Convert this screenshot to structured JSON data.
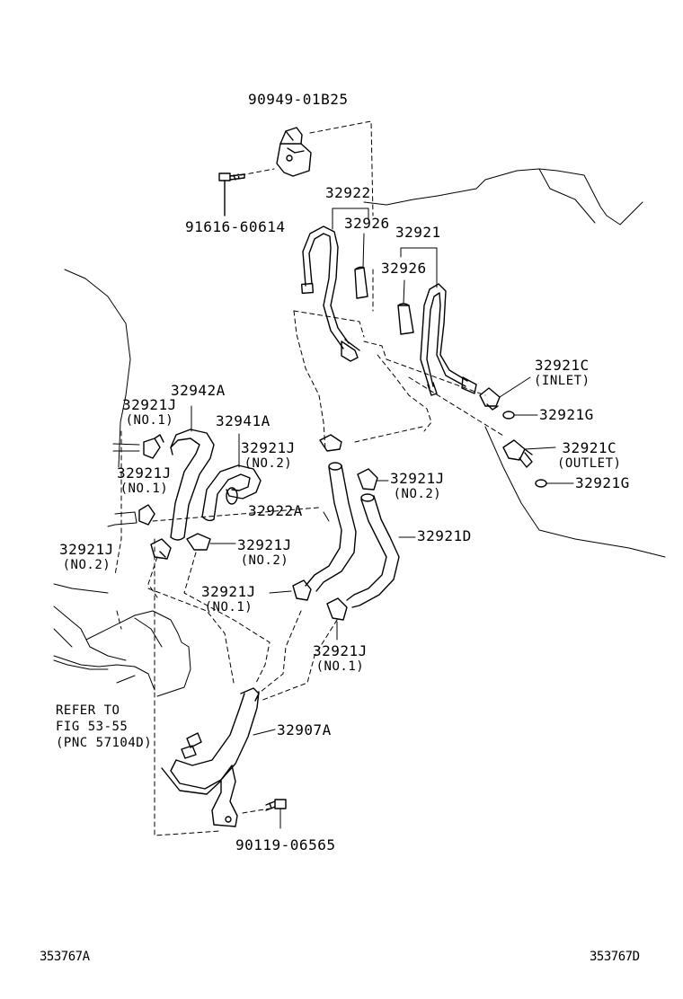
{
  "parts": {
    "p_90949": "90949-01B25",
    "p_91616": "91616-60614",
    "p_32922": "32922",
    "p_32926_a": "32926",
    "p_32921": "32921",
    "p_32926_b": "32926",
    "p_32921C_inlet": {
      "num": "32921C",
      "note": "(INLET)"
    },
    "p_32921G_a": "32921G",
    "p_32921C_outlet": {
      "num": "32921C",
      "note": "(OUTLET)"
    },
    "p_32921G_b": "32921G",
    "p_32942A": "32942A",
    "p_32941A": "32941A",
    "p_32921J_1": {
      "num": "32921J",
      "note": "(NO.1)"
    },
    "p_32921J_2": {
      "num": "32921J",
      "note": "(NO.2)"
    },
    "p_32921J_3": {
      "num": "32921J",
      "note": "(NO.1)"
    },
    "p_32921J_4": {
      "num": "32921J",
      "note": "(NO.2)"
    },
    "p_32922A": "32922A",
    "p_32921D": "32921D",
    "p_32921J_5": {
      "num": "32921J",
      "note": "(NO.2)"
    },
    "p_32921J_6": {
      "num": "32921J",
      "note": "(NO.2)"
    },
    "p_32921J_7": {
      "num": "32921J",
      "note": "(NO.1)"
    },
    "p_32921J_8": {
      "num": "32921J",
      "note": "(NO.1)"
    },
    "p_32907A": "32907A",
    "p_90119": "90119-06565"
  },
  "refer": [
    "REFER TO",
    "FIG 53-55",
    "(PNC 57104D)"
  ],
  "footer": {
    "left": "353767A",
    "right": "353767D"
  }
}
